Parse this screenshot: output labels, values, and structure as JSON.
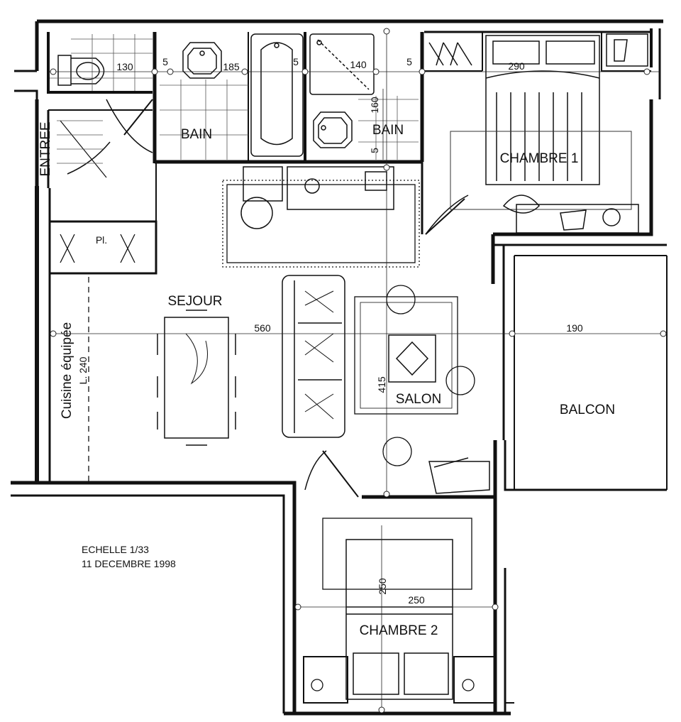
{
  "rooms": {
    "entree": "ENTREE",
    "bain_1": "BAIN",
    "bain_2": "BAIN",
    "chambre_1": "CHAMBRE 1",
    "chambre_2": "CHAMBRE 2",
    "sejour": "SEJOUR",
    "salon": "SALON",
    "balcon": "BALCON",
    "cuisine": "Cuisine équipée",
    "cuisine_length": "L. 240",
    "placard": "Pl."
  },
  "dimensions": {
    "wc_width": "130",
    "wall_1": "5",
    "bain_width": "185",
    "wall_2": "5",
    "shower_width": "140",
    "wall_3": "5",
    "chambre_1_width": "290",
    "bain_depth": "160",
    "wall_4": "5",
    "sejour_width": "560",
    "balcon_width": "190",
    "salon_depth": "415",
    "chambre_2_depth": "250",
    "chambre_2_width": "250"
  },
  "legend": {
    "scale": "ECHELLE 1/33",
    "date": "11 DECEMBRE 1998"
  }
}
